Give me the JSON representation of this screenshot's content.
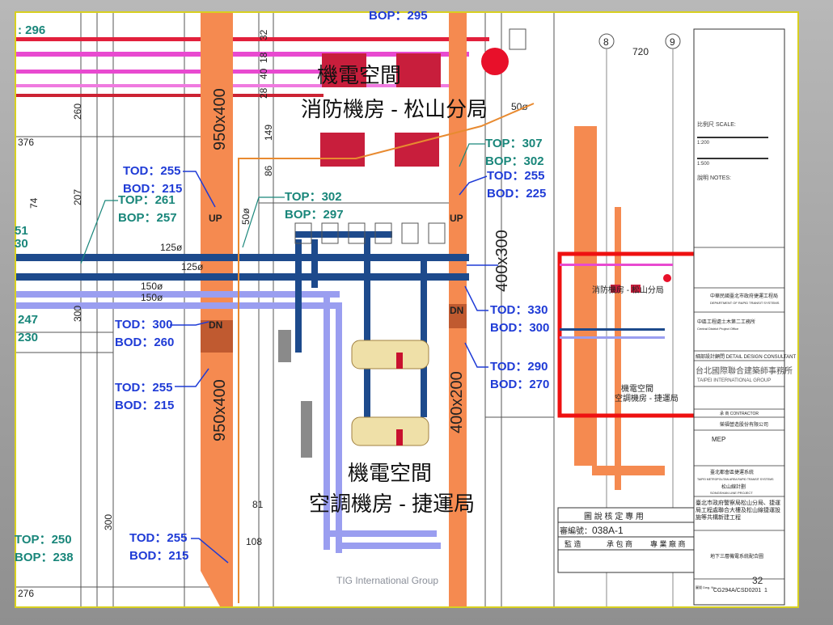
{
  "footer": "TIG International Group",
  "page_number": "32",
  "rooms": {
    "top_room_line1": "機電空間",
    "top_room_line2": "消防機房 - 松山分局",
    "bottom_room_line1": "機電空間",
    "bottom_room_line2": "空調機房 - 捷運局",
    "mini_room_top": "消防機房 - 松山分局",
    "mini_room_bottom1": "機電空間",
    "mini_room_bottom2": "空調機房 - 捷運局"
  },
  "ducts": {
    "left_top": "950x400",
    "left_bottom": "950x400",
    "right_top": "400x300",
    "right_bottom": "400x200",
    "up": "UP",
    "dn": "DN",
    "right_up": "UP",
    "right_dn": "DN"
  },
  "labels": {
    "tod255_a": "TOD：255",
    "bod215_a": "BOD：215",
    "top261": "TOP：261",
    "bop257": "BOP：257",
    "top302": "TOP：302",
    "bop297": "BOP：297",
    "tod300": "TOD：300",
    "bod260": "BOD：260",
    "tod255_b": "TOD：255",
    "bod215_b": "BOD：215",
    "top250": "TOP：250",
    "bop238": "BOP：238",
    "tod255_c": "TOD：255",
    "bod215_c": "BOD：215",
    "top307": "TOP：307",
    "bop302": "BOP：302",
    "tod255_d": "TOD：255",
    "bod225": "BOD：225",
    "tod330": "TOD：330",
    "bod300": "BOD：300",
    "tod290": "TOD：290",
    "bod270": "BOD：270",
    "top_cut": "BOP：295"
  },
  "dims": {
    "d296": ": 296",
    "d32": "32",
    "d18": "18",
    "d40": "40",
    "d28": "28",
    "d260": "260",
    "d149": "149",
    "d376": "376",
    "d86": "86",
    "d74": "74",
    "d207": "207",
    "d50": "50ø",
    "d51": "51",
    "d30": "30",
    "d125a": "125ø",
    "d125b": "125ø",
    "d150a": "150ø",
    "d150b": "150ø",
    "d247": "247",
    "d230": "230",
    "d300": "300",
    "d300b": "300",
    "d81": "81",
    "d108": "108",
    "d276": "276",
    "d50b": "50ø",
    "d720": "720",
    "grid8": "8",
    "grid9": "9"
  },
  "titleblock": {
    "scale": "比例尺 SCALE:",
    "scale1": "1:200",
    "scale2": "1:500",
    "notes": "說明 NOTES:",
    "client": "中華民國臺北市政府捷運工程局",
    "client_en": "DEPARTMENT OF RAPID TRANSIT SYSTEMS",
    "office": "中區工程處土木第二工務所",
    "office_en": "Central District Project Office",
    "consultant_hdr": "細部設計顧問 DETAIL DESIGN CONSULTANT",
    "consultant": "台北國際聯合建築師事務所",
    "consultant_en": "TAIPEI INTERNATIONAL GROUP",
    "contractor_hdr": "承 商 CONTRACTOR",
    "contractor": "榮福營造股份有限公司",
    "discipline": "MEP",
    "system": "臺北都會區捷運系統",
    "system_en": "TAIPEI METROPOLITAN AREA RAPID TRANSIT SYSTEMS",
    "line": "松山線計劃",
    "line_en": "SONGSHAN LINE PROJECT",
    "project": "臺北市政府警察局松山分局、捷運局工程處聯合大樓及松山線捷運設施等共構新建工程",
    "drawing": "地下三層機電系統配合圖",
    "dwg_no_label": "圖號 Dwg. No.",
    "dwg_no": "CG294A/CSD0201",
    "sheet": "1",
    "stamp_title": "圖 說 核 定 專 用",
    "stamp_no_label": "審編號：",
    "stamp_no": "038A-1",
    "stamp_c1": "監 造",
    "stamp_c2": "承 包 商",
    "stamp_c3": "專 業 廠 商"
  }
}
